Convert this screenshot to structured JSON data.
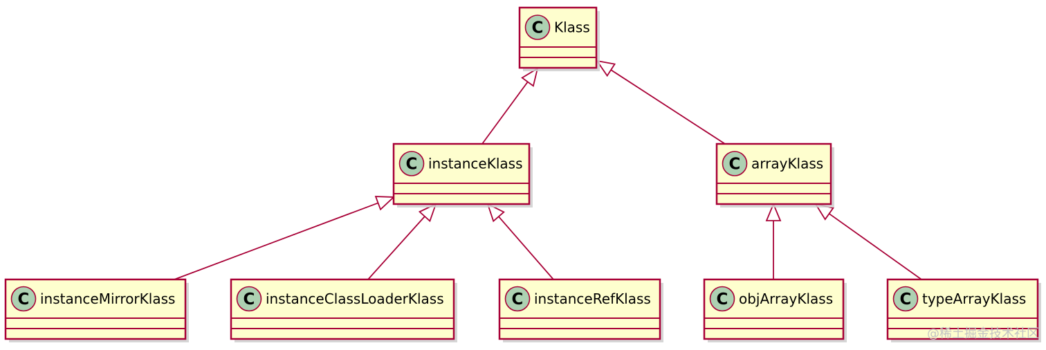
{
  "diagram": {
    "badge_letter": "C",
    "classes": [
      {
        "id": "klass",
        "name": "Klass"
      },
      {
        "id": "instance-klass",
        "name": "instanceKlass"
      },
      {
        "id": "array-klass",
        "name": "arrayKlass"
      },
      {
        "id": "instance-mirror-klass",
        "name": "instanceMirrorKlass"
      },
      {
        "id": "instance-class-loader-klass",
        "name": "instanceClassLoaderKlass"
      },
      {
        "id": "instance-ref-klass",
        "name": "instanceRefKlass"
      },
      {
        "id": "obj-array-klass",
        "name": "objArrayKlass"
      },
      {
        "id": "type-array-klass",
        "name": "typeArrayKlass"
      }
    ],
    "inheritance": [
      {
        "child": "instance-klass",
        "parent": "klass"
      },
      {
        "child": "array-klass",
        "parent": "klass"
      },
      {
        "child": "instance-mirror-klass",
        "parent": "instance-klass"
      },
      {
        "child": "instance-class-loader-klass",
        "parent": "instance-klass"
      },
      {
        "child": "instance-ref-klass",
        "parent": "instance-klass"
      },
      {
        "child": "obj-array-klass",
        "parent": "array-klass"
      },
      {
        "child": "type-array-klass",
        "parent": "array-klass"
      }
    ]
  },
  "watermark": {
    "text": "@稀土掘金技术社区"
  }
}
